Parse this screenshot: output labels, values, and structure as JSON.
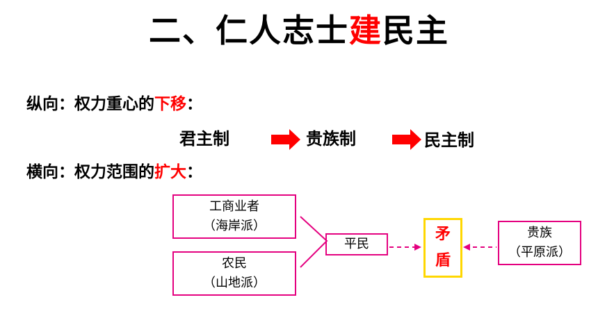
{
  "title": {
    "prefix": "二、仁人志士",
    "highlight": "建",
    "suffix": "民主"
  },
  "vertical": {
    "label": "纵向：权力重心的",
    "highlight": "下移",
    "suffix": "："
  },
  "sequence": [
    "君主制",
    "贵族制",
    "民主制"
  ],
  "horizontal": {
    "label": "横向：权力范围的",
    "highlight": "扩大",
    "suffix": "："
  },
  "diagram": {
    "merchants": {
      "line1": "工商业者",
      "line2": "（海岸派）"
    },
    "farmers": {
      "line1": "农民",
      "line2": "（山地派）"
    },
    "commoners": "平民",
    "conflict": {
      "line1": "矛",
      "line2": "盾"
    },
    "nobles": {
      "line1": "贵族",
      "line2": "（平原派）"
    }
  },
  "colors": {
    "accent": "#ff0000",
    "box_border": "#e4007f",
    "conflict_border": "#ffd700"
  }
}
